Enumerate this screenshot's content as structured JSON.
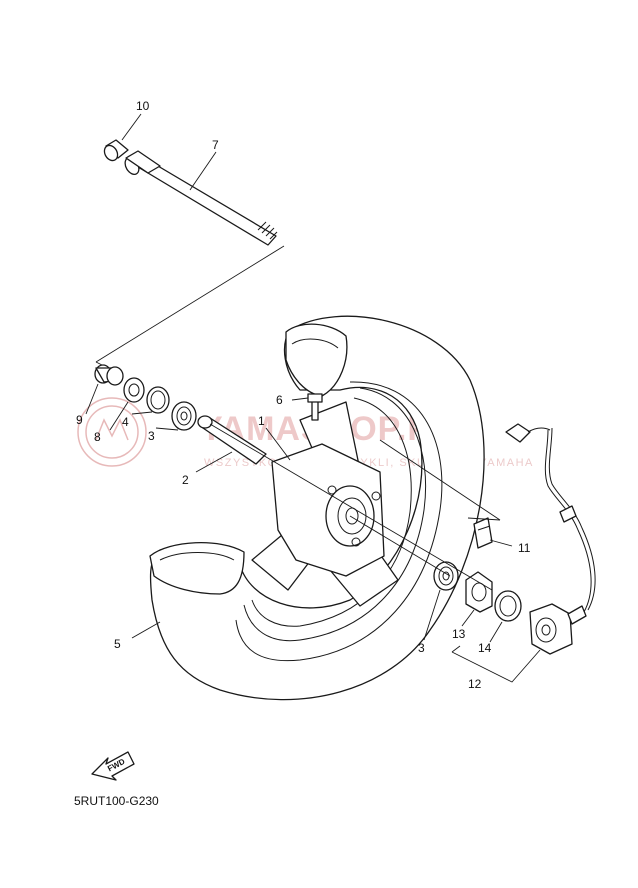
{
  "diagram_code": "5RUT100-G230",
  "fwd_arrow": "FWD",
  "watermark": {
    "brand": "YAMASHOP.PL",
    "tagline": "WSZYSTKO DLA MOTOCYKLI, SKUTERÓW YAMAHA"
  },
  "callouts": [
    "1",
    "2",
    "3",
    "3",
    "4",
    "5",
    "6",
    "7",
    "8",
    "9",
    "10",
    "11",
    "12",
    "13",
    "14"
  ],
  "colors": {
    "line": "#1a1a1a",
    "watermark": "#e7b9b9"
  }
}
